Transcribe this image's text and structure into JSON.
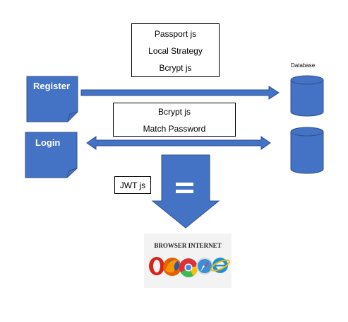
{
  "box_top": {
    "lines": [
      "Passport js",
      "Local Strategy",
      "Bcrypt js"
    ]
  },
  "box_mid": {
    "lines": [
      "Bcrypt js",
      "Match Password"
    ]
  },
  "box_jwt": {
    "label": "JWT js"
  },
  "register": {
    "label": "Register"
  },
  "login": {
    "label": "Login"
  },
  "database": {
    "label": "Database"
  },
  "browser": {
    "title": "BROWSER INTERNET",
    "icons": [
      "opera-icon",
      "firefox-icon",
      "chrome-icon",
      "safari-icon",
      "internet-explorer-icon"
    ]
  },
  "colors": {
    "shape_fill": "#4472c4",
    "shape_stroke": "#2f528f",
    "text_box_border": "#000000"
  }
}
